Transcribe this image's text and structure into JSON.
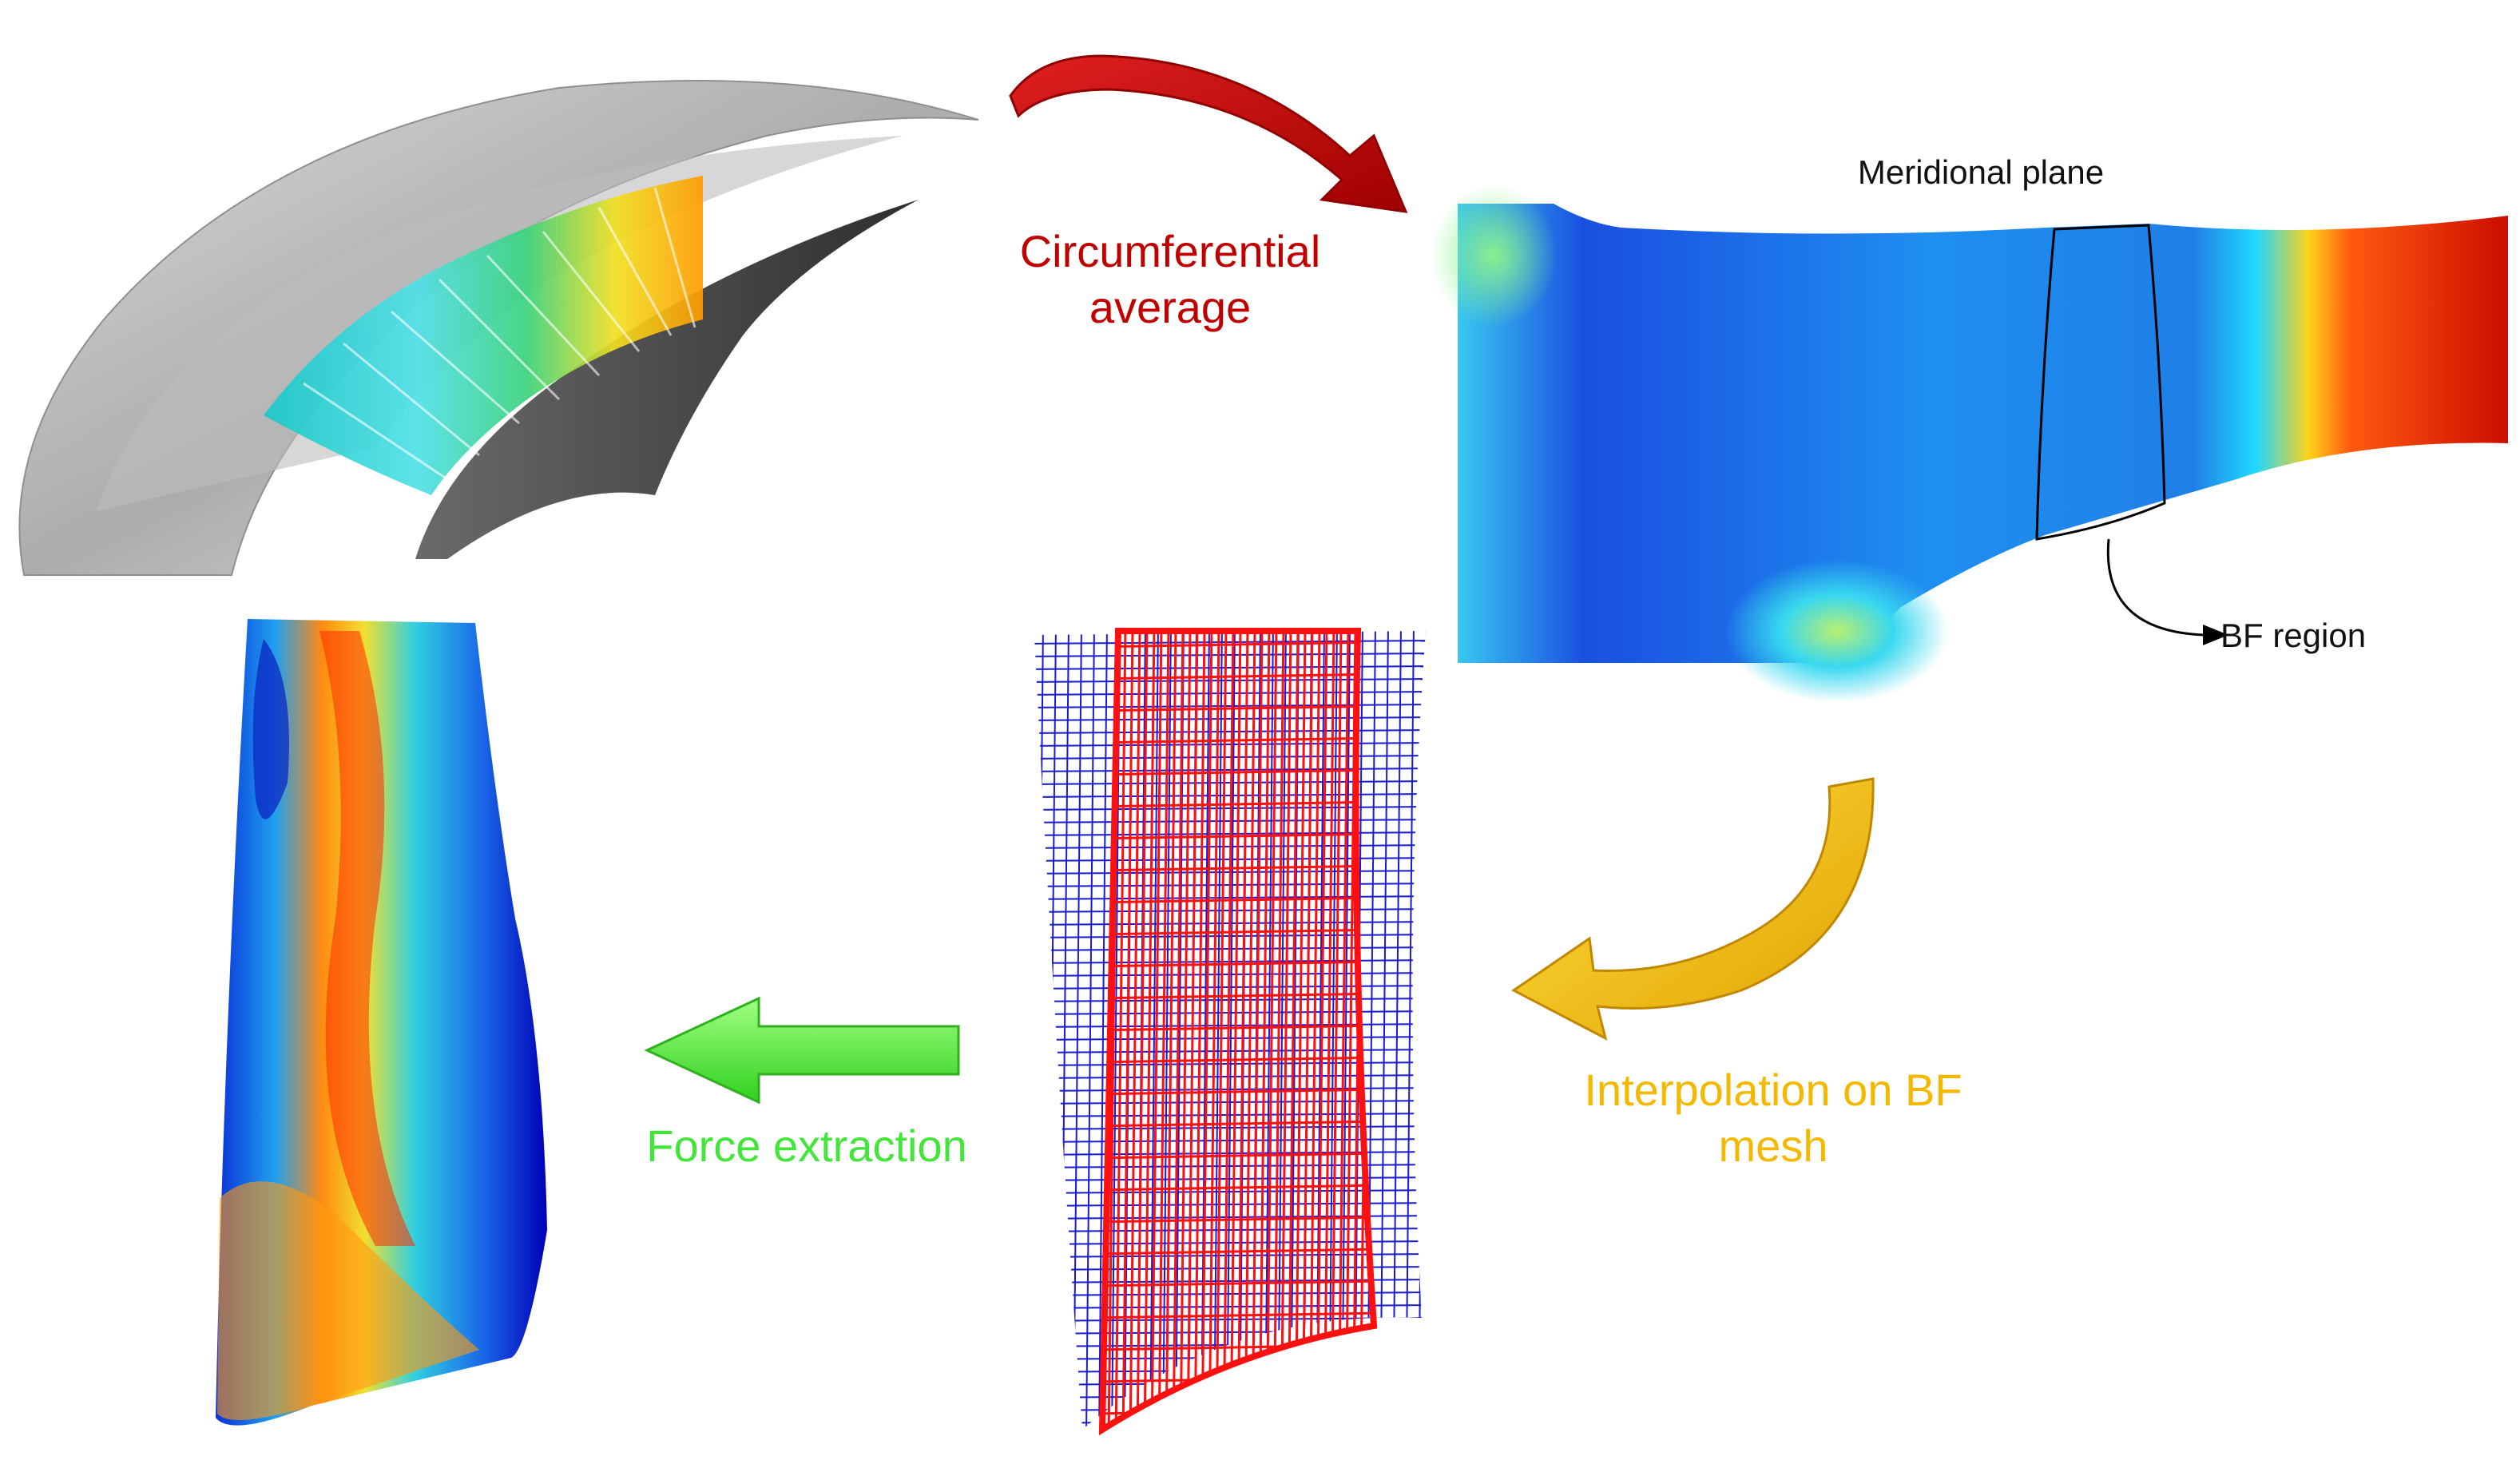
{
  "labels": {
    "circumferential": "Circumferential\naverage",
    "meridional": "Meridional plane",
    "bf_region": "BF region",
    "interpolation": "Interpolation on BF\nmesh",
    "force": "Force extraction"
  },
  "colors": {
    "circumferential": "#c00000",
    "interpolation": "#f5b800",
    "force": "#44e53a",
    "mesh_blue": "#1a1ad0",
    "mesh_red": "#ff1010"
  }
}
